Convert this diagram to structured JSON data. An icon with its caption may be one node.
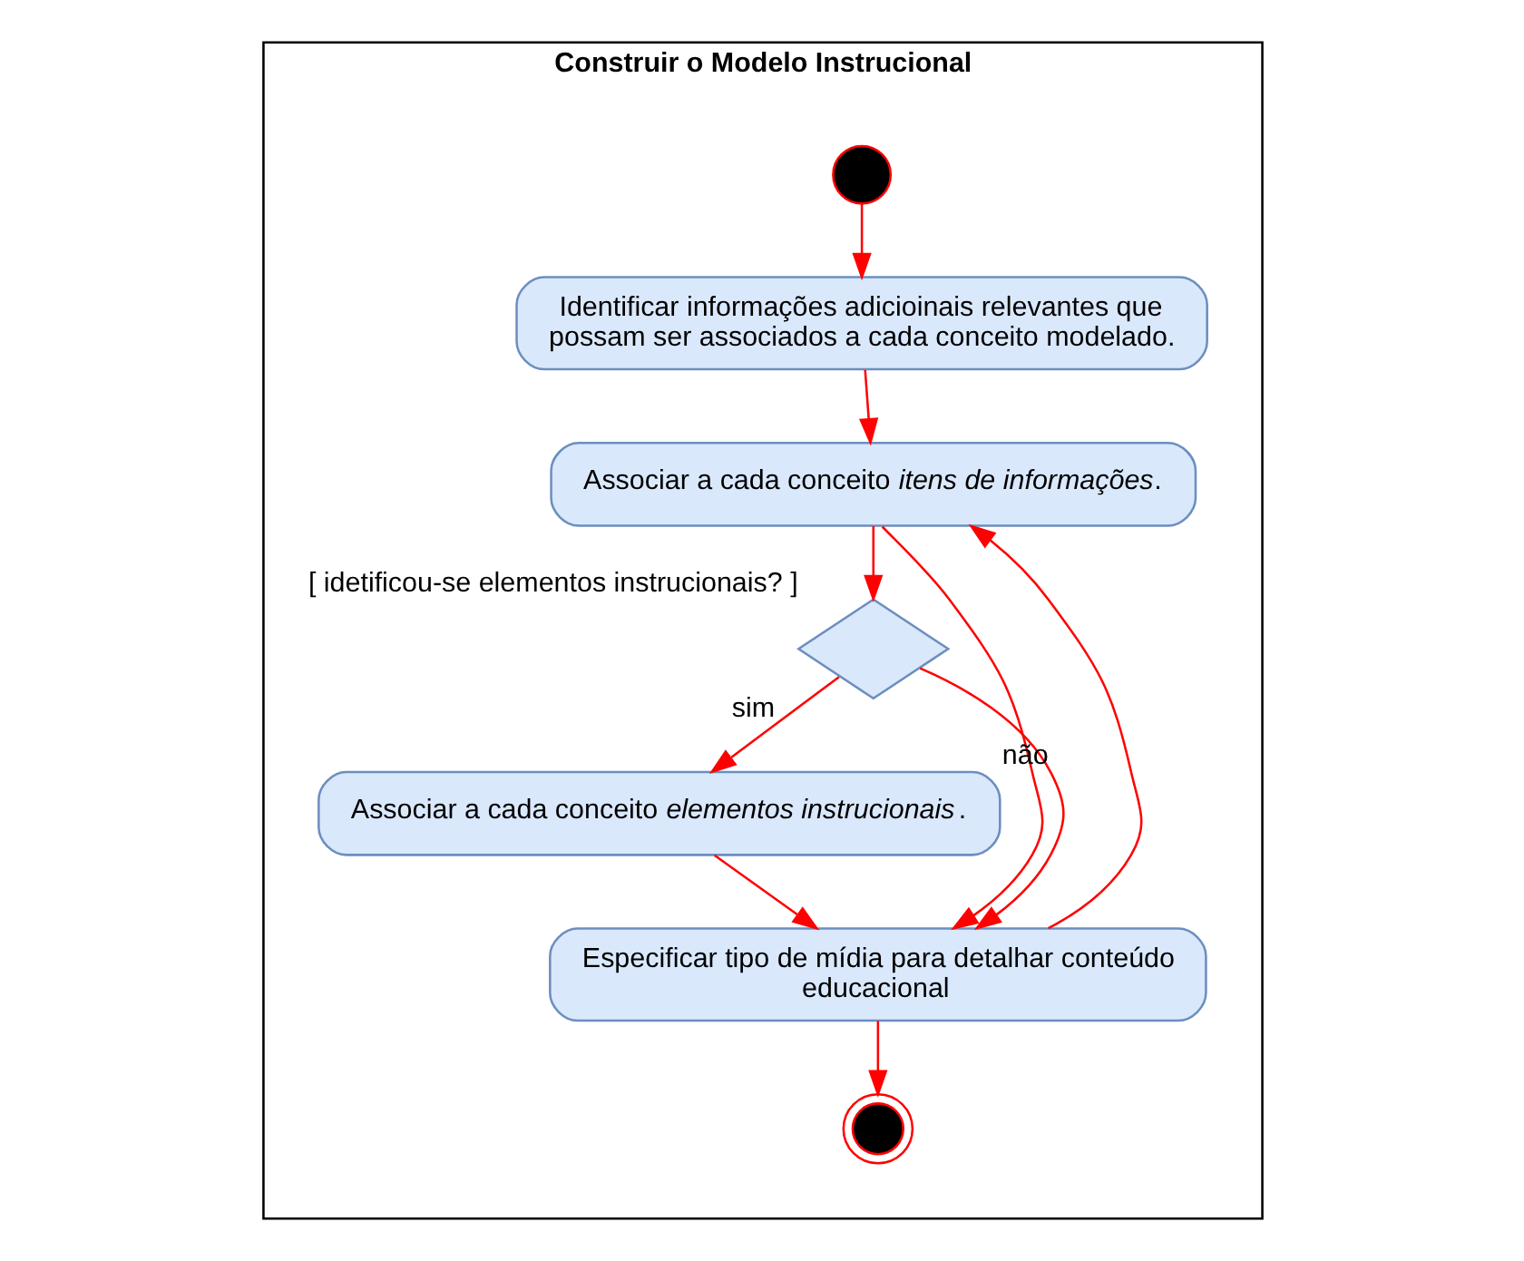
{
  "diagram": {
    "nodes": [
      {
        "text": [
          "Construir o Modelo Instrucional"
        ]
      },
      {
        "text": [],
        "shape": "circle",
        "in": 0
      },
      {
        "text": [
          "Identificar informações adicioinais relevantes que possam ser associados a cada conceito modelado."
        ],
        "in": 0
      },
      {
        "text": [
          "Associar a cada conceito *itens de informações*."
        ],
        "in": 0
      },
      {
        "text": [],
        "shape": "diamond",
        "in": 0,
        "beside": [
          "[ idetificou-se elementos instrucionais? ]"
        ]
      },
      {
        "text": [
          "Associar a cada conceito *elementos instrucionais*."
        ],
        "in": 0
      },
      {
        "text": [
          "Especificar tipo de mídia para detalhar conteúdo educacional"
        ],
        "in": 0
      },
      {
        "text": [],
        "shape": "circle",
        "in": 0
      }
    ],
    "edges": [
      {
        "from": 1,
        "to": 2,
        "arrow": "to"
      },
      {
        "from": 2,
        "to": 3,
        "arrow": "to"
      },
      {
        "from": 3,
        "to": 4,
        "arrow": "to"
      },
      {
        "from": 4,
        "to": 5,
        "arrow": "to",
        "label": "sim"
      },
      {
        "from": 4,
        "to": 6,
        "arrow": "to",
        "label": "não"
      },
      {
        "from": 5,
        "to": 6,
        "arrow": "to"
      },
      {
        "from": 6,
        "to": 3,
        "arrow": "to"
      },
      {
        "from": 3,
        "to": 6,
        "arrow": "to"
      },
      {
        "from": 6,
        "to": 7,
        "arrow": "to"
      }
    ]
  }
}
